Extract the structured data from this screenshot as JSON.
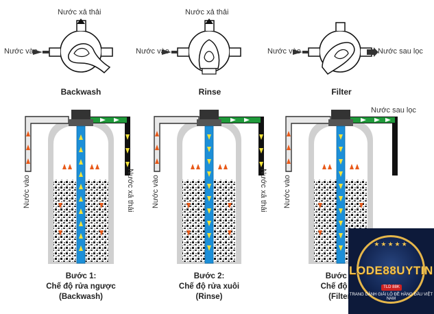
{
  "valves": [
    {
      "mode": "Backwash",
      "top_label": "Nước xả thải",
      "left_label": "Nước vào",
      "right_label": ""
    },
    {
      "mode": "Rinse",
      "top_label": "Nước xả thải",
      "left_label": "Nước vào",
      "right_label": ""
    },
    {
      "mode": "Filter",
      "top_label": "",
      "left_label": "Nước vào",
      "right_label": "Nước sau lọc"
    }
  ],
  "tanks": [
    {
      "inlet_label": "Nước vào",
      "outlet_label": "Nước xả thải",
      "step_line1": "Bước 1:",
      "step_line2": "Chế độ rửa ngược",
      "step_line3": "(Backwash)"
    },
    {
      "inlet_label": "Nước vào",
      "outlet_label": "Nước xả thải",
      "step_line1": "Bước 2:",
      "step_line2": "Chế độ rửa xuôi",
      "step_line3": "(Rinse)"
    },
    {
      "inlet_label": "Nước vào",
      "outlet_label": "Nước sau lọc",
      "step_line1": "Bước 3:",
      "step_line2": "Chế độ lọc",
      "step_line3": "(Filter)"
    }
  ],
  "logo": {
    "brand": "LODE88UYTIN",
    "tagline": "TRANG DÀNH GIẢI LÔ ĐỀ HÀNG ĐẦU VIỆT NAM",
    "badge": "TLD 88K"
  },
  "colors": {
    "pipe": "#2a2a2a",
    "pipe_fill": "#e8e8e8",
    "green": "#1f9a3a",
    "blue": "#1c8fd8",
    "orange": "#e85a1a",
    "yellow": "#f2e23a",
    "tank": "#c9c9c9"
  }
}
